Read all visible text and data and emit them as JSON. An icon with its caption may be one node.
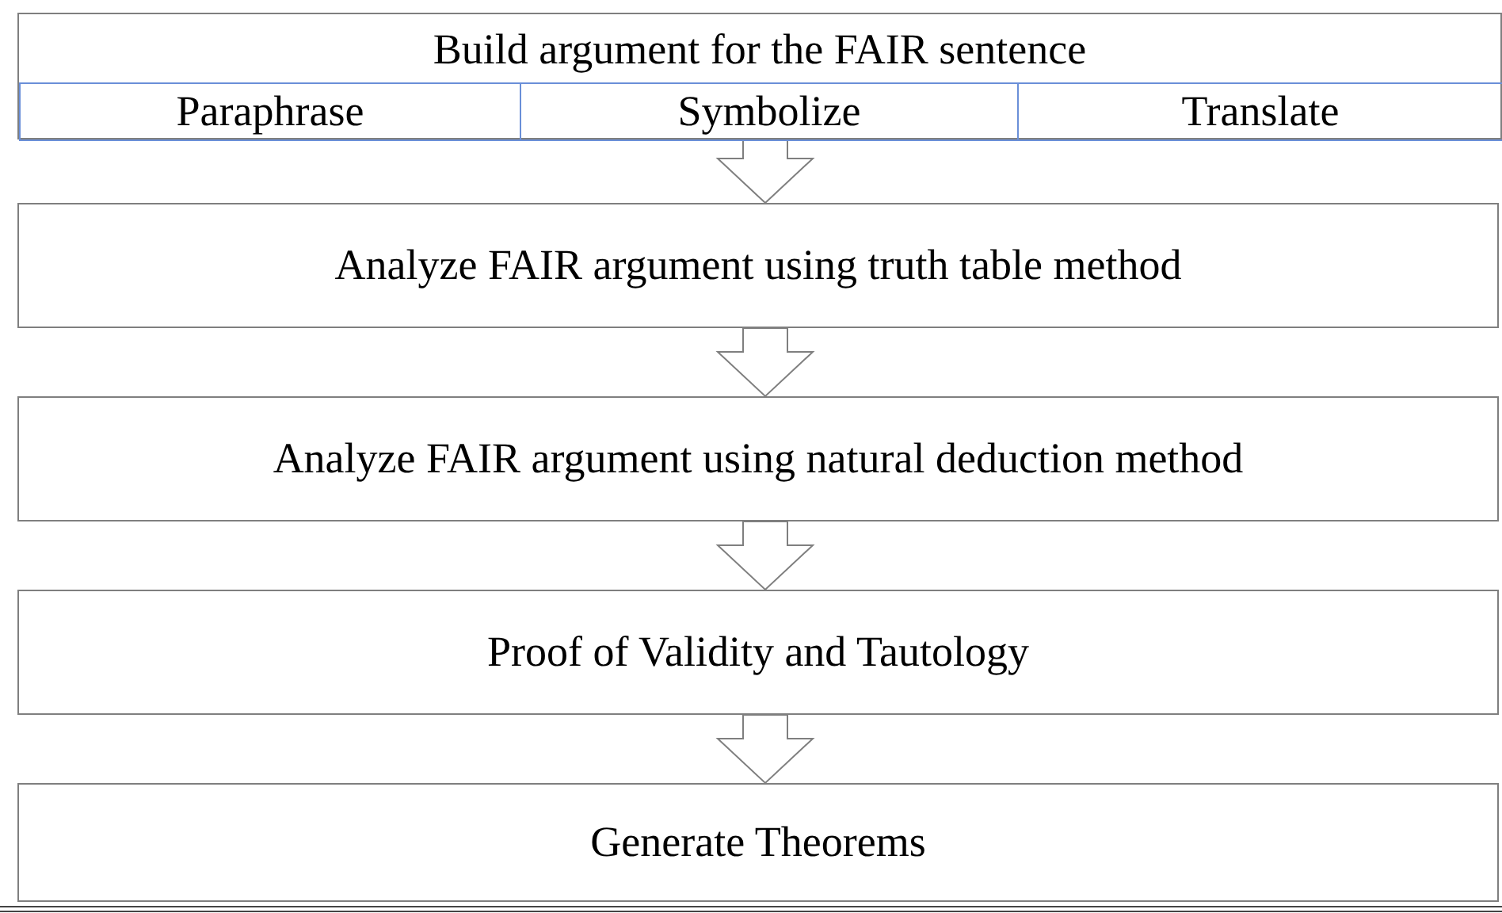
{
  "diagram": {
    "nodes": [
      {
        "text": [
          "Build argument for the FAIR sentence"
        ]
      },
      {
        "text": [
          "Paraphrase"
        ],
        "in": 0
      },
      {
        "text": [
          "Symbolize"
        ],
        "in": 0
      },
      {
        "text": [
          "Translate"
        ],
        "in": 0
      },
      {
        "text": [
          "Analyze FAIR argument using truth table method"
        ]
      },
      {
        "text": [
          "Analyze FAIR argument using natural deduction method"
        ]
      },
      {
        "text": [
          "Proof of Validity and Tautology"
        ]
      },
      {
        "text": [
          "Generate Theorems"
        ]
      }
    ],
    "edges": [
      {
        "from": 0,
        "to": 4,
        "arrow": "to"
      },
      {
        "from": 4,
        "to": 5,
        "arrow": "to"
      },
      {
        "from": 5,
        "to": 6,
        "arrow": "to"
      },
      {
        "from": 6,
        "to": 7,
        "arrow": "to"
      }
    ]
  }
}
